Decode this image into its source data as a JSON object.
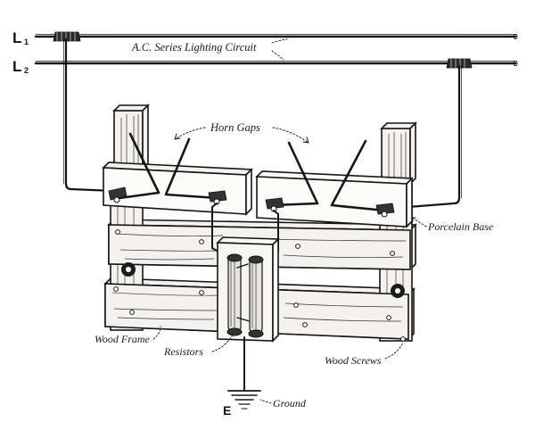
{
  "labels": {
    "line1": "L",
    "line1_sub": "1",
    "line2": "L",
    "line2_sub": "2",
    "circuit": "A.C. Series Lighting Circuit",
    "horn_gaps": "Horn Gaps",
    "porcelain_base": "Porcelain Base",
    "wood_frame": "Wood Frame",
    "resistors": "Resistors",
    "wood_screws": "Wood Screws",
    "ground": "Ground",
    "earth": "E"
  },
  "colors": {
    "ink": "#151515",
    "paper": "#ffffff",
    "wood_fill": "#f4f2ee"
  }
}
